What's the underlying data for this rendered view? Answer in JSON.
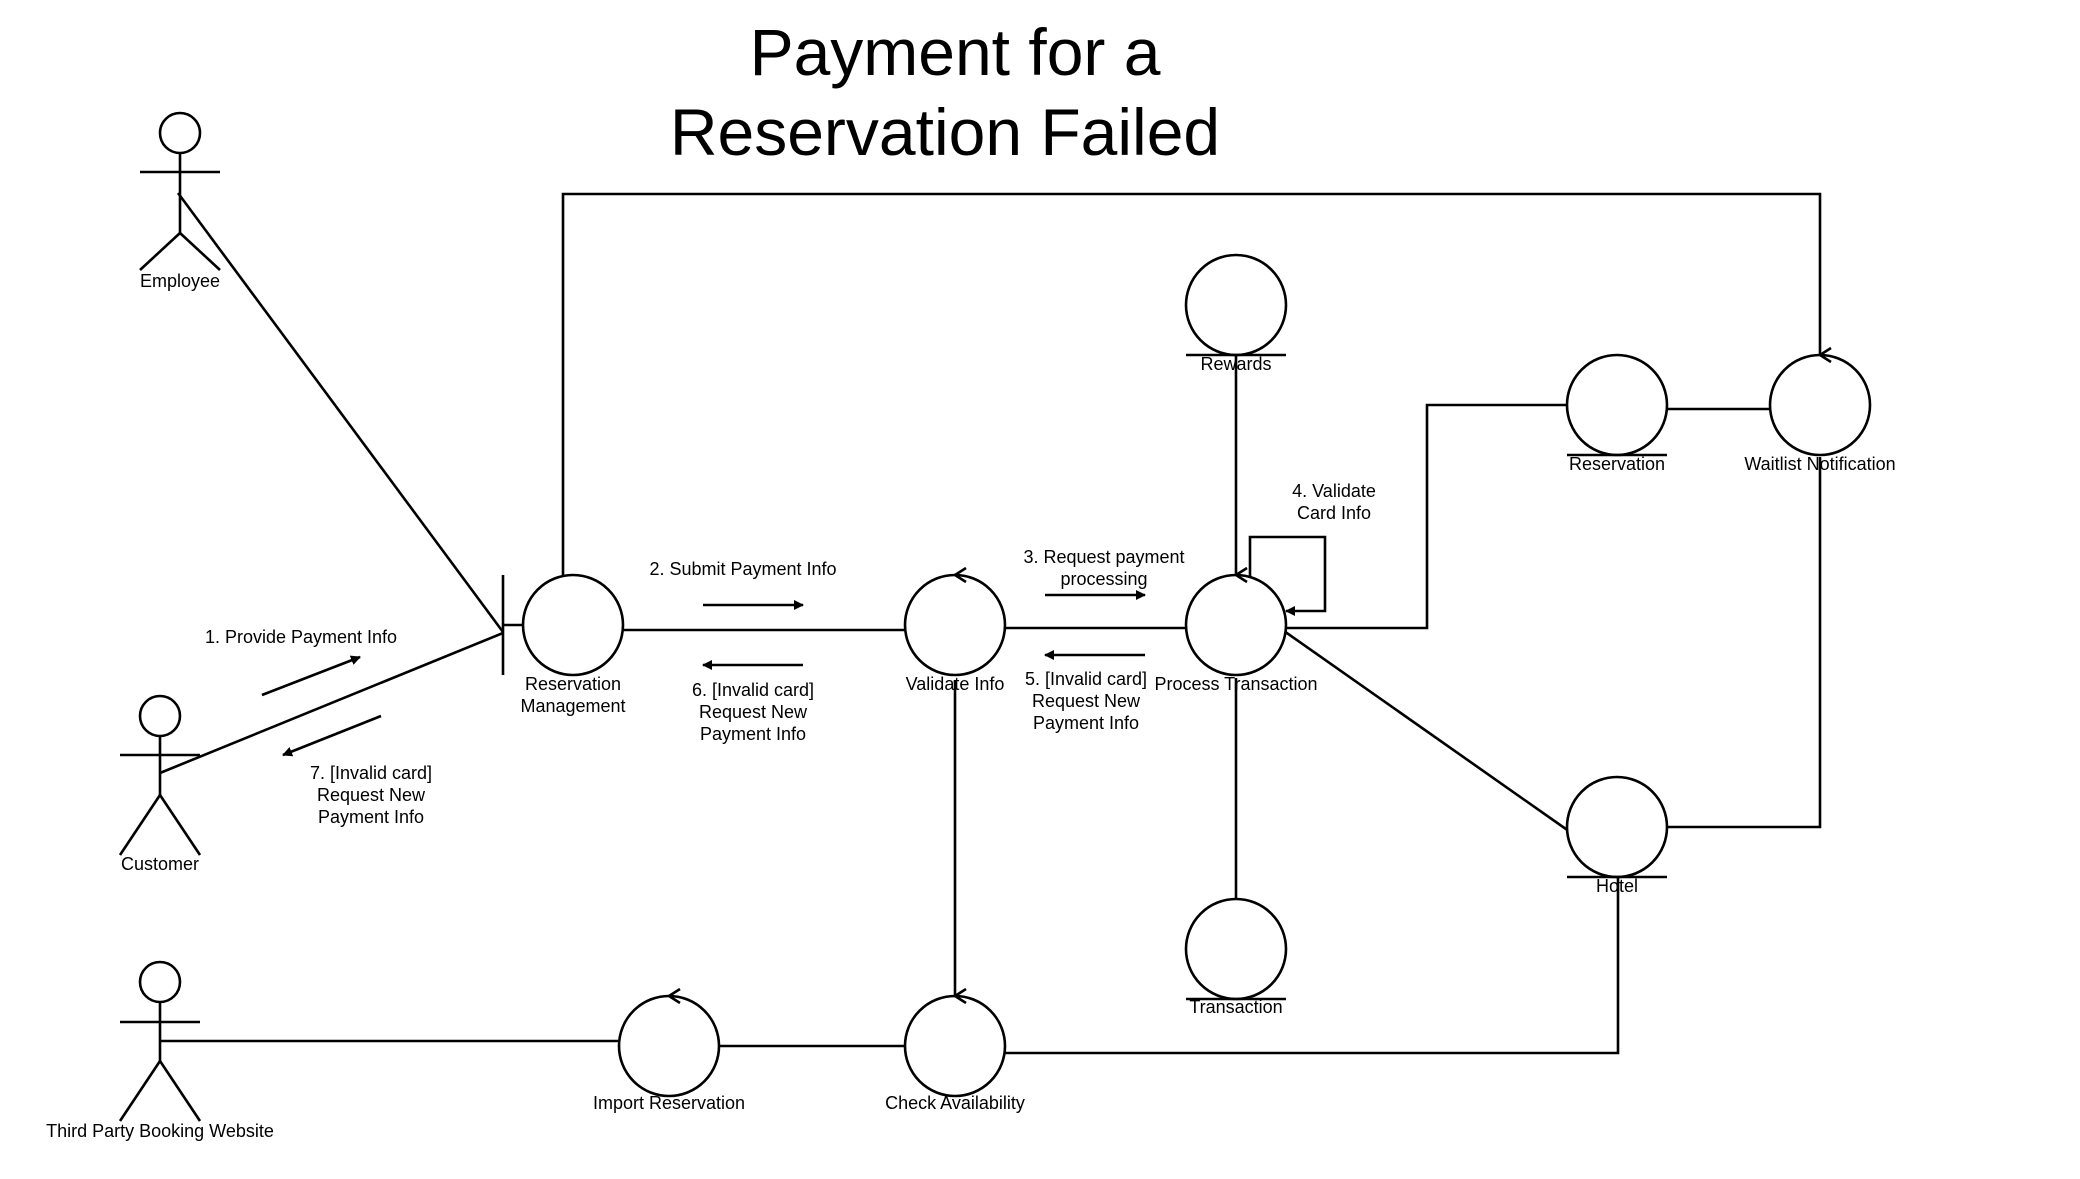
{
  "title": {
    "line1": "Payment for a",
    "line2": "Reservation Failed"
  },
  "actors": {
    "employee": "Employee",
    "customer": "Customer",
    "third_party": "Third Party Booking Website"
  },
  "boundary": {
    "line1": "Reservation",
    "line2": "Management"
  },
  "controls": {
    "validate_info": "Validate Info",
    "process_transaction": "Process Transaction",
    "waitlist_notification": "Waitlist Notification",
    "check_availability": "Check Availability",
    "import_reservation": "Import Reservation"
  },
  "entities": {
    "rewards": "Rewards",
    "reservation": "Reservation",
    "hotel": "Hotel",
    "transaction": "Transaction"
  },
  "messages": {
    "m1": "1. Provide Payment Info",
    "m2": "2. Submit Payment Info",
    "m3_line1": "3. Request payment",
    "m3_line2": "processing",
    "m4_line1": "4. Validate",
    "m4_line2": "Card Info",
    "m5_line1": "5. [Invalid card]",
    "m5_line2": "Request New",
    "m5_line3": "Payment Info",
    "m6_line1": "6. [Invalid card]",
    "m6_line2": "Request New",
    "m6_line3": "Payment Info",
    "m7_line1": "7. [Invalid card]",
    "m7_line2": "Request New",
    "m7_line3": "Payment Info"
  }
}
